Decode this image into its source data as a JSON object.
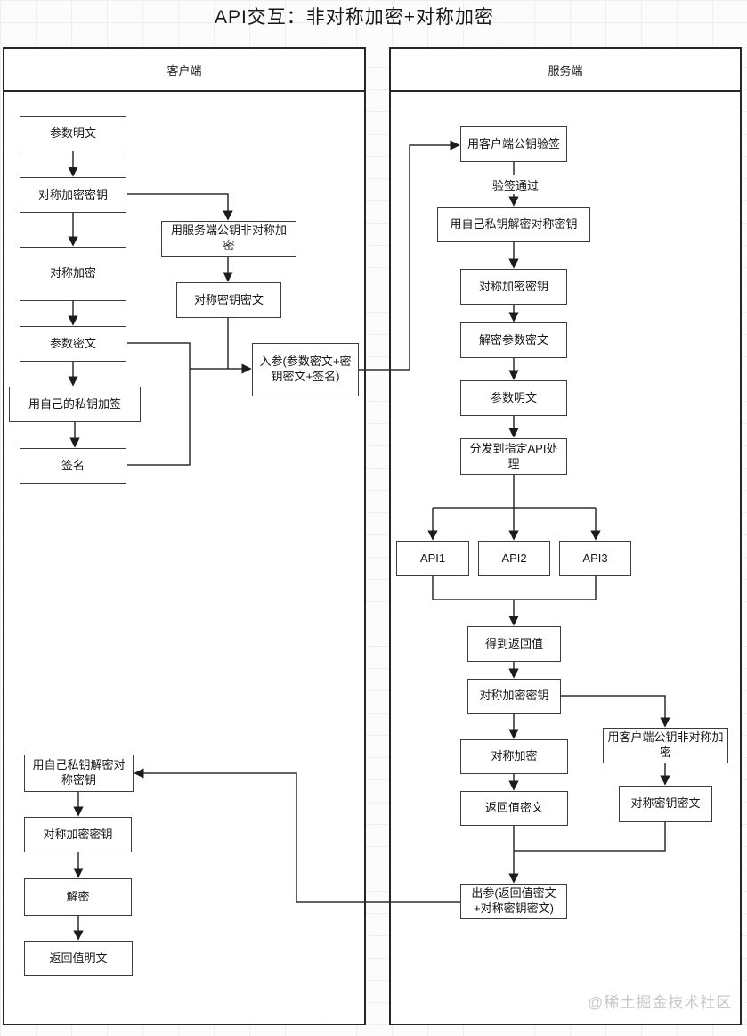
{
  "title": "API交互：非对称加密+对称加密",
  "watermark": "@稀土掘金技术社区",
  "client": {
    "header": "客户端",
    "request_nodes": {
      "param_plain": "参数明文",
      "sym_key": "对称加密密钥",
      "sym_encrypt": "对称加密",
      "param_cipher": "参数密文",
      "sign_with_private_key": "用自己的私钥加签",
      "signature": "签名",
      "encrypt_with_server_pubkey": "用服务端公钥非对称加密",
      "sym_key_cipher": "对称密钥密文",
      "request_params": "入参(参数密文+密钥密文+签名)"
    },
    "response_nodes": {
      "decrypt_sym_key": "用自己私钥解密对称密钥",
      "sym_key": "对称加密密钥",
      "decrypt": "解密",
      "return_plain": "返回值明文"
    }
  },
  "server": {
    "header": "服务端",
    "verify_pass_label": "验签通过",
    "nodes": {
      "verify_sign": "用客户端公钥验签",
      "decrypt_sym_key": "用自己私钥解密对称密钥",
      "sym_key": "对称加密密钥",
      "decrypt_param_cipher": "解密参数密文",
      "param_plain": "参数明文",
      "dispatch": "分发到指定API处理",
      "api1": "API1",
      "api2": "API2",
      "api3": "API3",
      "get_return_value": "得到返回值",
      "sym_key2": "对称加密密钥",
      "sym_encrypt": "对称加密",
      "return_cipher": "返回值密文",
      "encrypt_with_client_pubkey": "用客户端公钥非对称加密",
      "sym_key_cipher": "对称密钥密文",
      "response_params": "出参(返回值密文+对称密钥密文)"
    }
  },
  "colors": {
    "line": "#2e2e2e",
    "box_border": "#3c3c3c",
    "grid": "#efefef",
    "watermark": "#c8c8c8"
  }
}
